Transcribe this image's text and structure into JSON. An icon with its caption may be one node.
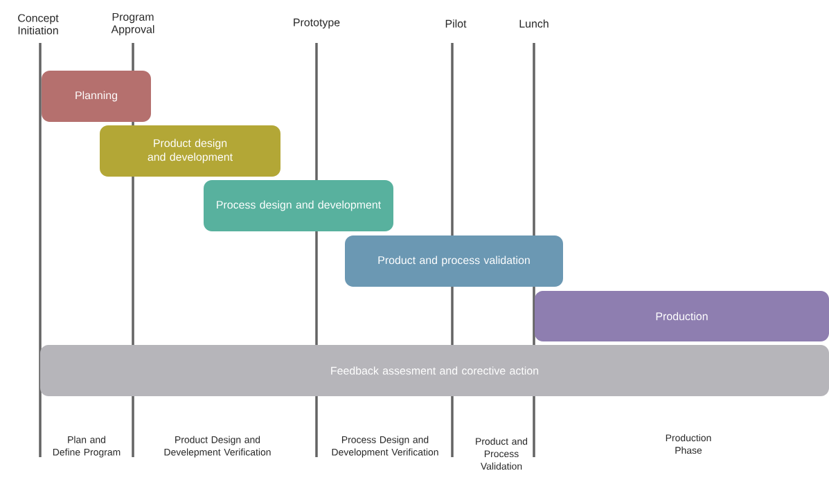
{
  "diagram": {
    "nodes": [
      {
        "text": [
          "Planning"
        ]
      },
      {
        "text": [
          "Product design and development"
        ]
      },
      {
        "text": [
          "Process design and development"
        ]
      },
      {
        "text": [
          "Product and process validation"
        ]
      },
      {
        "text": [
          "Production"
        ]
      },
      {
        "text": [
          "Feedback assesment and corective action"
        ]
      }
    ],
    "labels": [
      "Concept Initiation",
      "Program Approval",
      "Prototype",
      "Pilot",
      "Lunch",
      "Plan and Define Program",
      "Product Design and Develepment Verification",
      "Process Design and Development Verification",
      "Product and Process Validation",
      "Production Phase"
    ]
  }
}
